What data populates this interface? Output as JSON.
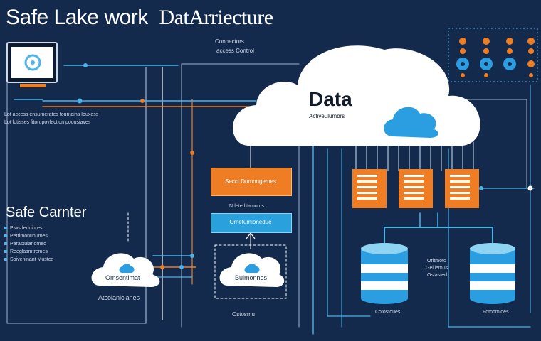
{
  "header": {
    "title_part1": "Safe Lake work",
    "title_part2": "DatArriecture"
  },
  "top_labels": {
    "connector_line1": "Connectors",
    "connector_line2": "access Control"
  },
  "left_notes": {
    "line1": "Lot access ensumerates fountains Iouxess",
    "line2": "Lot lotisses fitorupovlection poousiaves"
  },
  "safe_center": {
    "title": "Safe Carnter",
    "items": [
      "Piwsdedoiures",
      "Petrimonunumes",
      "Parastulanomed",
      "Reeglasmtremes",
      "Soiveninant Mustce"
    ]
  },
  "data_cloud": {
    "title": "Data",
    "subtitle": "Activeulumbrs"
  },
  "center": {
    "orange_label": "Secct Dumongemes",
    "mid_label": "Ndeteditamotus",
    "blue_label": "Ometumionedue",
    "cloud_label": "Bulmonnes",
    "bottom_label": "Ostosmu"
  },
  "left_cloud": {
    "label": "Omsentimat",
    "caption": "Atcolaniclanes"
  },
  "right": {
    "middle_lines": [
      "Oritmotc",
      "Geiliemus",
      "Ostasted"
    ],
    "db_left_label": "Cotostoues",
    "db_right_label": "Fotohmioes"
  },
  "colors": {
    "background": "#132a4d",
    "accent_orange": "#ef7d23",
    "accent_blue": "#2aa1dd",
    "line_blue": "#4cb4e9"
  }
}
